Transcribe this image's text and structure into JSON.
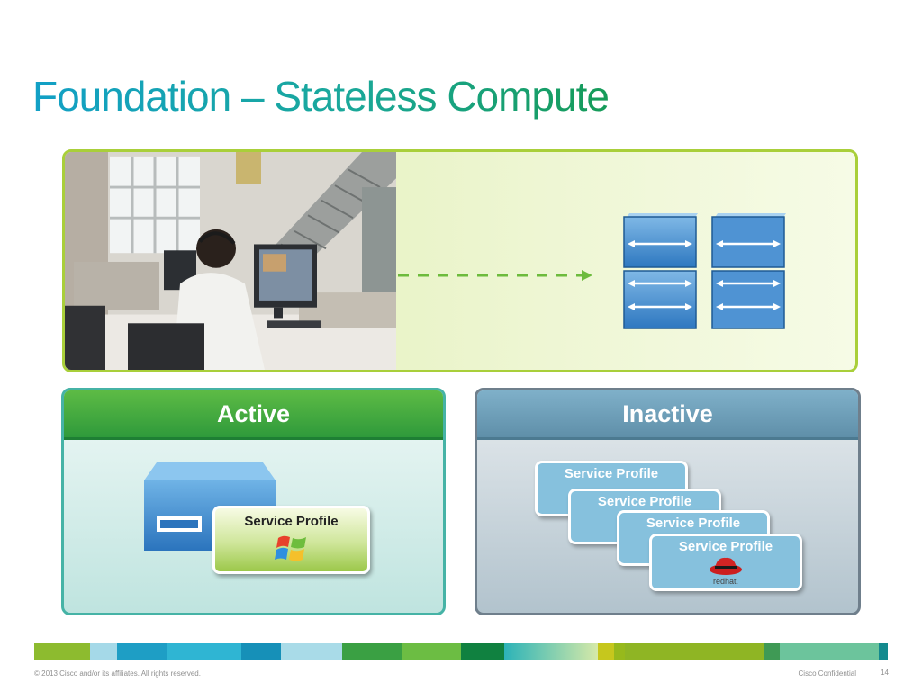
{
  "slide": {
    "title": "Foundation – Stateless Compute"
  },
  "panels": {
    "active": {
      "header": "Active",
      "service_profile_label": "Service Profile"
    },
    "inactive": {
      "header": "Inactive",
      "service_profiles": [
        "Service Profile",
        "Service Profile",
        "Service Profile",
        "Service Profile"
      ],
      "redhat_label": "redhat."
    }
  },
  "footer": {
    "copyright": "© 2013 Cisco and/or its affiliates. All rights reserved.",
    "confidential": "Cisco Confidential",
    "page_number": "14"
  },
  "icons": [
    "office-photo",
    "dashed-arrow-icon",
    "blade-server-icon",
    "windows-logo-icon",
    "redhat-logo-icon"
  ],
  "colors": {
    "title": "#1aa3ad",
    "active_header": "#3fa843",
    "inactive_header": "#6f9fb9",
    "top_panel_border": "#a9cf3a"
  }
}
